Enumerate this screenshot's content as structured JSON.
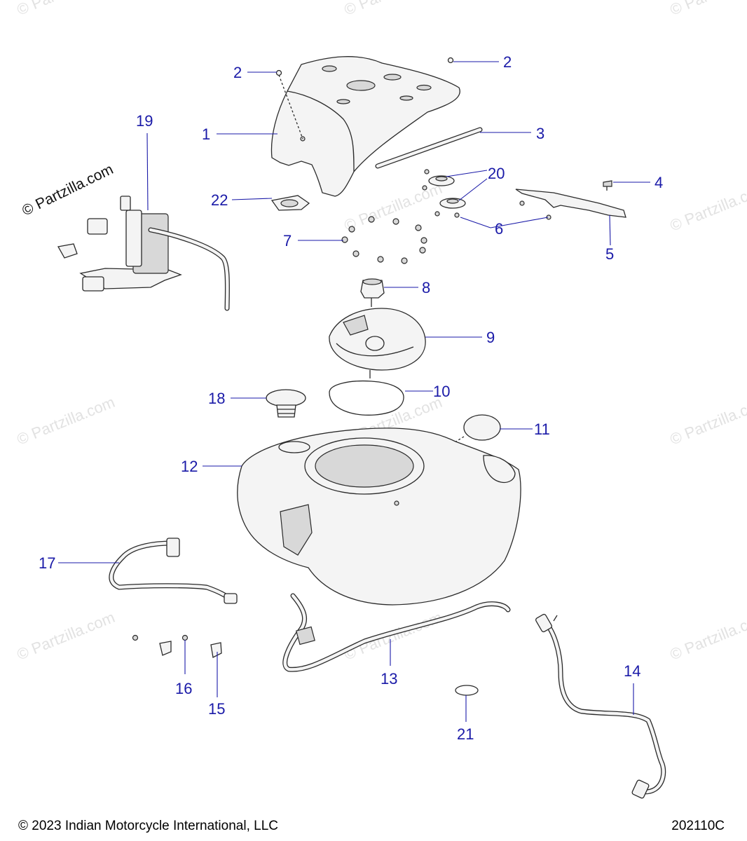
{
  "diagram": {
    "callouts": [
      {
        "id": "1",
        "label": "1"
      },
      {
        "id": "2a",
        "label": "2"
      },
      {
        "id": "2b",
        "label": "2"
      },
      {
        "id": "3",
        "label": "3"
      },
      {
        "id": "4",
        "label": "4"
      },
      {
        "id": "5",
        "label": "5"
      },
      {
        "id": "6",
        "label": "6"
      },
      {
        "id": "7",
        "label": "7"
      },
      {
        "id": "8",
        "label": "8"
      },
      {
        "id": "9",
        "label": "9"
      },
      {
        "id": "10",
        "label": "10"
      },
      {
        "id": "11",
        "label": "11"
      },
      {
        "id": "12",
        "label": "12"
      },
      {
        "id": "13",
        "label": "13"
      },
      {
        "id": "14",
        "label": "14"
      },
      {
        "id": "15",
        "label": "15"
      },
      {
        "id": "16",
        "label": "16"
      },
      {
        "id": "17",
        "label": "17"
      },
      {
        "id": "18",
        "label": "18"
      },
      {
        "id": "19",
        "label": "19"
      },
      {
        "id": "20",
        "label": "20"
      },
      {
        "id": "21",
        "label": "21"
      },
      {
        "id": "22",
        "label": "22"
      }
    ]
  },
  "watermark": {
    "text": "© Partzilla.com",
    "main_text": "© Partzilla.com"
  },
  "footer": {
    "copyright": "© 2023 Indian Motorcycle International, LLC",
    "drawing_code": "202110C"
  }
}
